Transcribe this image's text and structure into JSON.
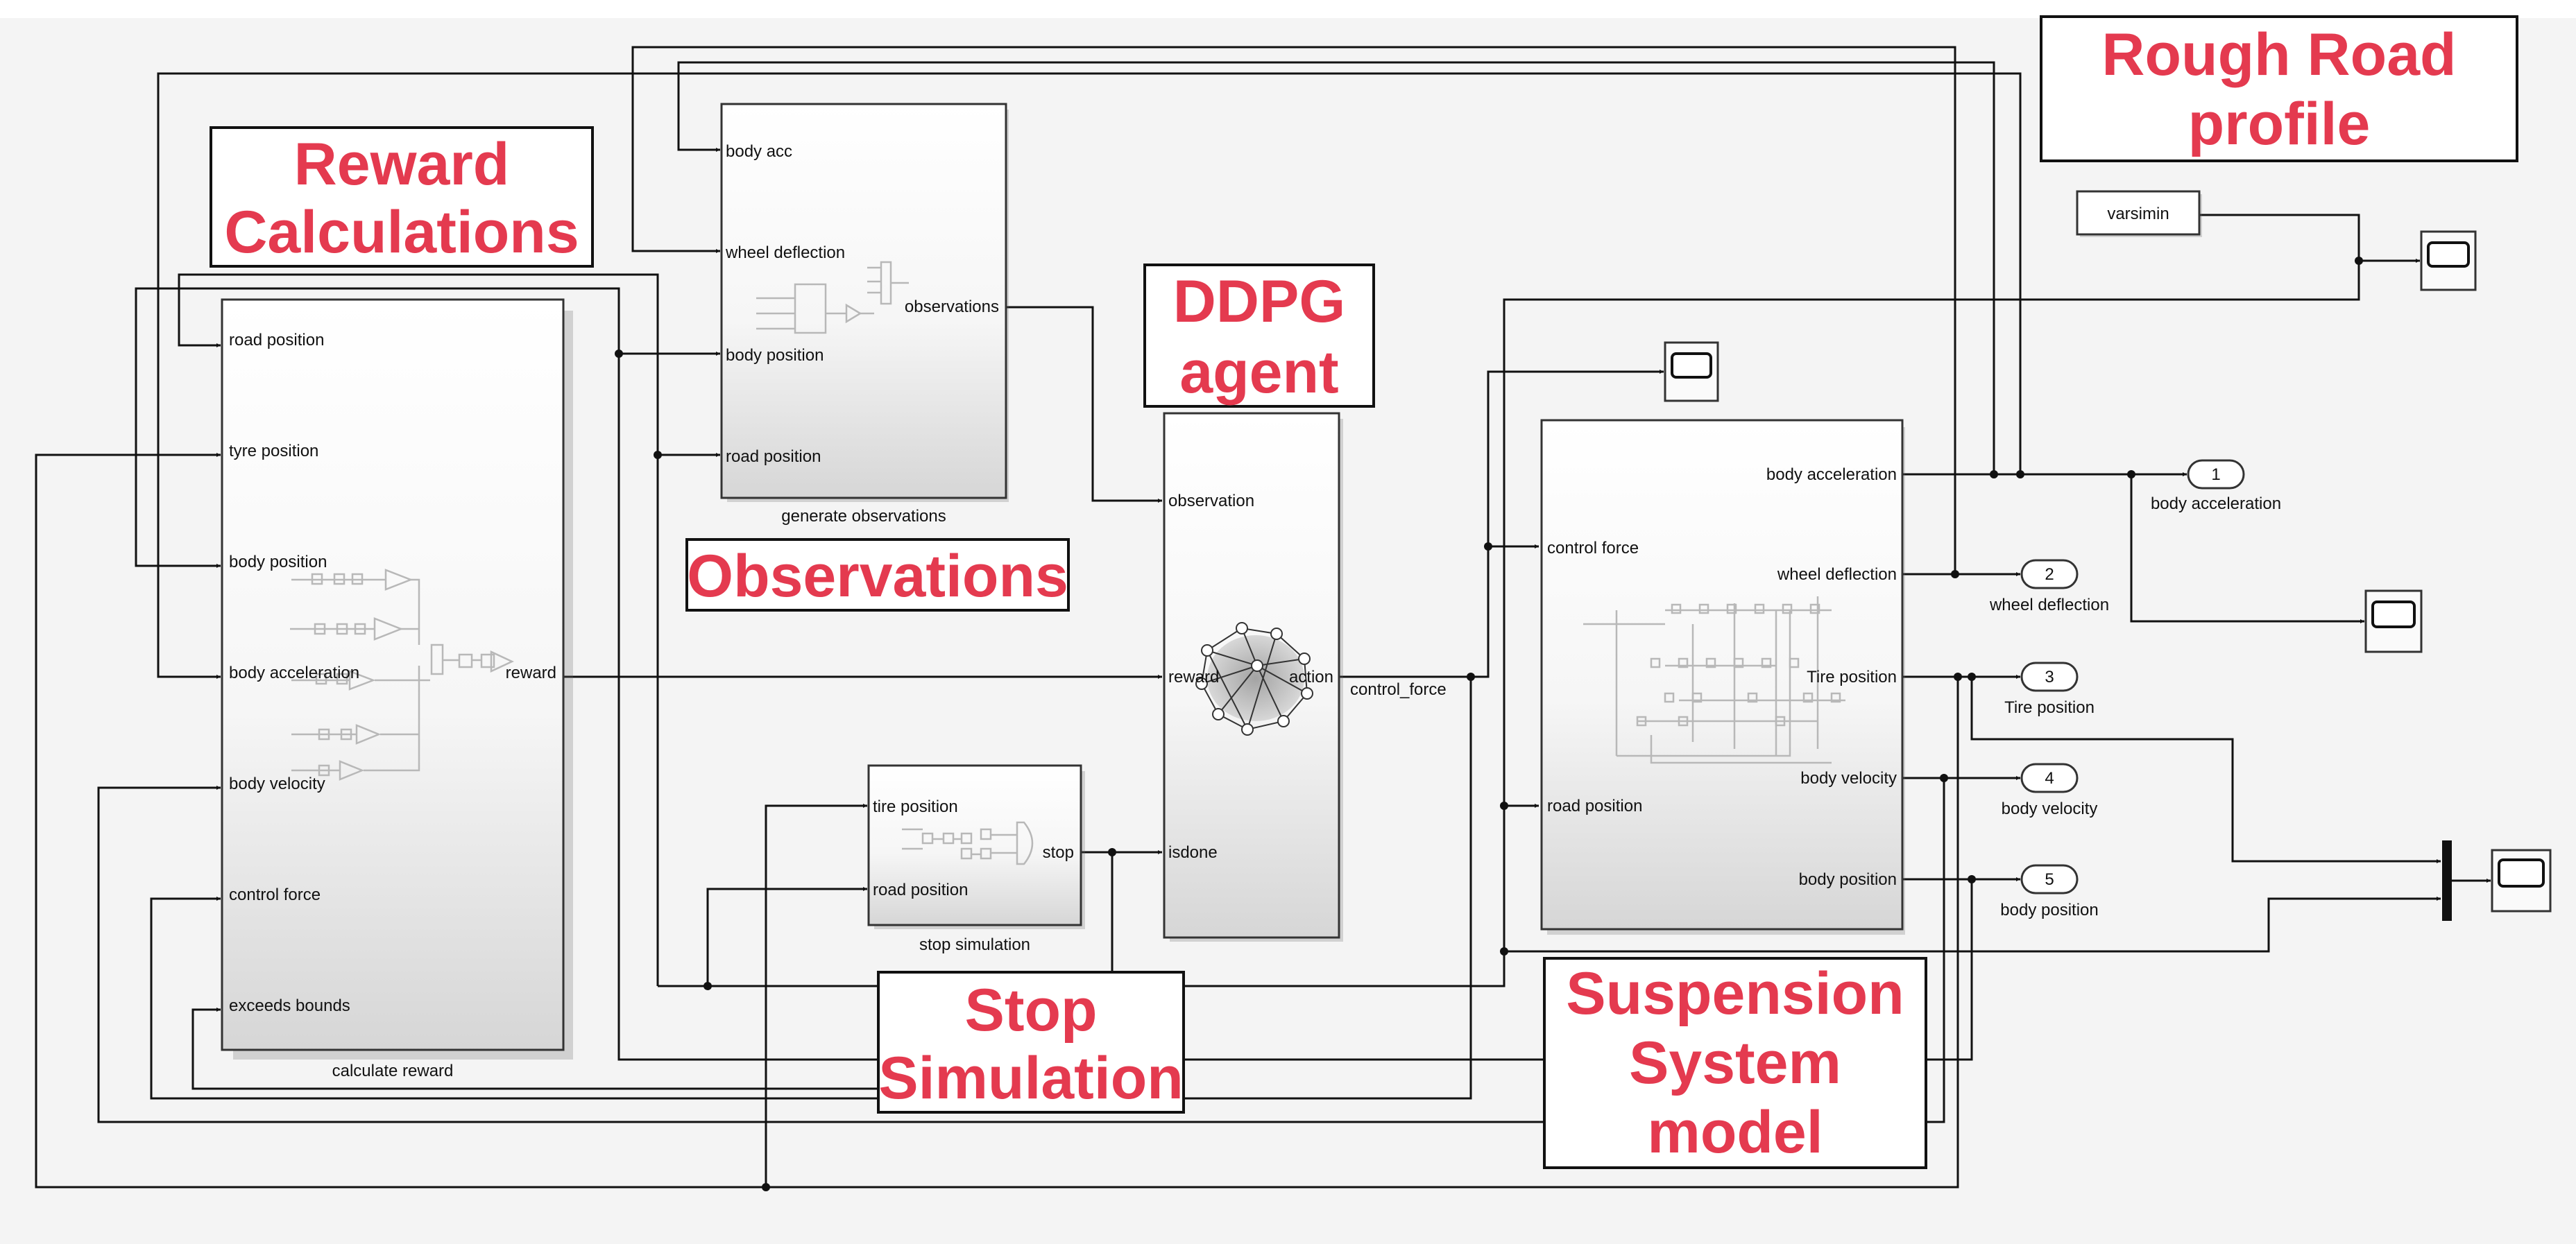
{
  "colors": {
    "annotation": "#e43a4f",
    "canvas": "#f4f4f4",
    "wire": "#111111"
  },
  "annotations": {
    "reward": [
      "Reward",
      "Calculations"
    ],
    "observations": [
      "Observations"
    ],
    "agent": [
      "DDPG",
      "agent"
    ],
    "stop": [
      "Stop",
      "Simulation"
    ],
    "suspension": [
      "Suspension",
      "System",
      "model"
    ],
    "road": [
      "Rough Road",
      "profile"
    ]
  },
  "blocks": {
    "reward": {
      "label": "calculate reward",
      "inputs": [
        "road position",
        "tyre position",
        "body position",
        "body acceleration",
        "body velocity",
        "control force",
        "exceeds bounds"
      ],
      "output": "reward"
    },
    "observations": {
      "label": "generate observations",
      "inputs": [
        "body acc",
        "wheel deflection",
        "body position",
        "road position"
      ],
      "output": "observations"
    },
    "agent": {
      "inputs": [
        "observation",
        "reward",
        "isdone"
      ],
      "output": "action",
      "signal": "control_force"
    },
    "stop": {
      "label": "stop simulation",
      "inputs": [
        "tire position",
        "road position"
      ],
      "output": "stop"
    },
    "suspension": {
      "inputs": [
        "control force",
        "road position"
      ],
      "outputs": [
        "body acceleration",
        "wheel deflection",
        "Tire position",
        "body velocity",
        "body position"
      ]
    },
    "road_source": {
      "label": "varsimin"
    }
  },
  "outports": [
    {
      "number": "1",
      "label": "body acceleration"
    },
    {
      "number": "2",
      "label": "wheel deflection"
    },
    {
      "number": "3",
      "label": "Tire position"
    },
    {
      "number": "4",
      "label": "body velocity"
    },
    {
      "number": "5",
      "label": "body position"
    }
  ]
}
